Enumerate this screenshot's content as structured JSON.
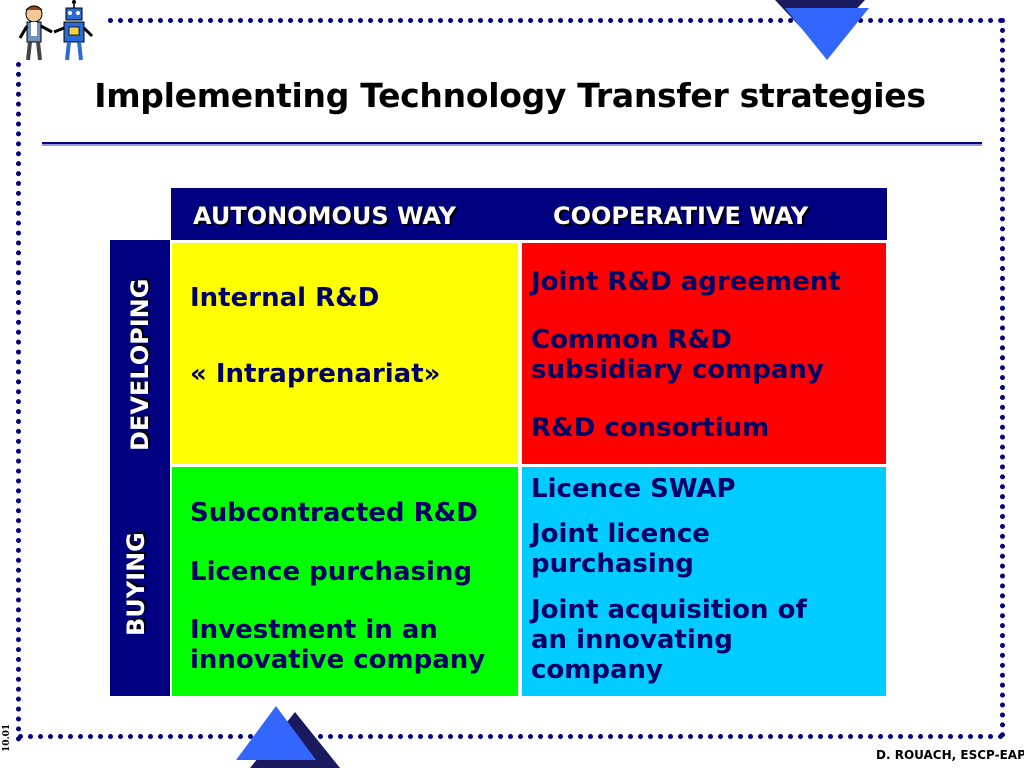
{
  "slide": {
    "title": "Implementing Technology Transfer strategies",
    "footer": "D. ROUACH, ESCP-EAP",
    "date_code": "10.01"
  },
  "matrix": {
    "columns": [
      "AUTONOMOUS WAY",
      "COOPERATIVE WAY"
    ],
    "rows": [
      "DEVELOPING",
      "BUYING"
    ],
    "cells": {
      "developing_autonomous": {
        "color": "#ffff00",
        "items": [
          "Internal R&D",
          "« Intraprenariat»"
        ]
      },
      "developing_cooperative": {
        "color": "#ff0000",
        "items": [
          "Joint R&D agreement",
          "Common R&D",
          "subsidiary company",
          "R&D consortium"
        ]
      },
      "buying_autonomous": {
        "color": "#00ff00",
        "items": [
          "Subcontracted R&D",
          "Licence purchasing",
          "Investment in an",
          "innovative company"
        ]
      },
      "buying_cooperative": {
        "color": "#00ccff",
        "items": [
          "Licence SWAP",
          "Joint licence",
          "purchasing",
          "Joint acquisition of",
          "an innovating",
          "company"
        ]
      }
    }
  },
  "colors": {
    "frame": "#000080",
    "header_bg": "#000080",
    "accent_triangle": "#3366ff"
  },
  "icons": [
    "people-robot-logo-icon"
  ]
}
